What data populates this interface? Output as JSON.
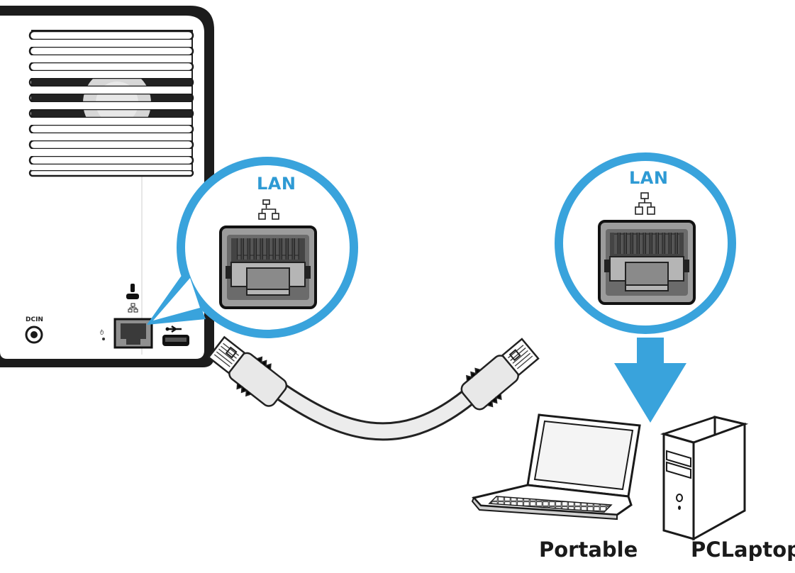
{
  "zoom_left": {
    "port_label": "LAN"
  },
  "zoom_right": {
    "port_label": "LAN"
  },
  "device": {
    "dc_in_label": "DCIN"
  },
  "captions": {
    "laptop": "Portable",
    "pc": "PCLaptop"
  },
  "colors": {
    "accent_blue": "#35a0db",
    "outline": "#1e1e1e",
    "port_gray": "#8c8c8c"
  },
  "icons": [
    "fan-grille",
    "lan-network-icon",
    "ethernet-port",
    "usb-icon",
    "power-icon",
    "dc-in-jack",
    "ethernet-cable",
    "arrow-down",
    "laptop-icon",
    "desktop-tower-icon"
  ]
}
